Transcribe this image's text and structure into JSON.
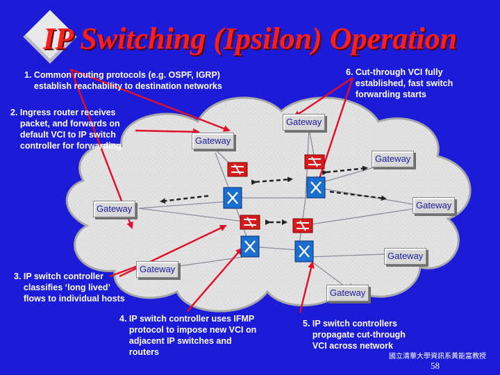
{
  "title": "IP Switching (Ipsilon) Operation",
  "notes": {
    "n1": "1. Common routing protocols (e.g. OSPF, IGRP)\n    establish reachability to destination networks",
    "n2": "2. Ingress router receives\n    packet, and forwards on\n    default VCI to IP switch\n    controller for forwarding",
    "n3": "3. IP switch controller\n    classifies ‘long lived’\n    flows to individual hosts",
    "n4": "4. IP switch controller uses IFMP\n    protocol to impose new VCI on\n    adjacent IP switches and\n    routers",
    "n5": "5. IP switch controllers\n    propagate cut-through\n    VCI across network",
    "n6": "6. Cut-through VCI fully\n    established, fast switch\n    forwarding starts"
  },
  "gateway_label": "Gateway",
  "footer": {
    "institution": "國立清華大學資訊系黃能富教授",
    "page_number": "58"
  },
  "colors": {
    "background": "#1b1bd8",
    "title": "#ff1f1f",
    "cloud": "#e2e2e2",
    "arrow": "#e0102a",
    "router": "#d81a1a",
    "switch": "#1a6fcf"
  }
}
